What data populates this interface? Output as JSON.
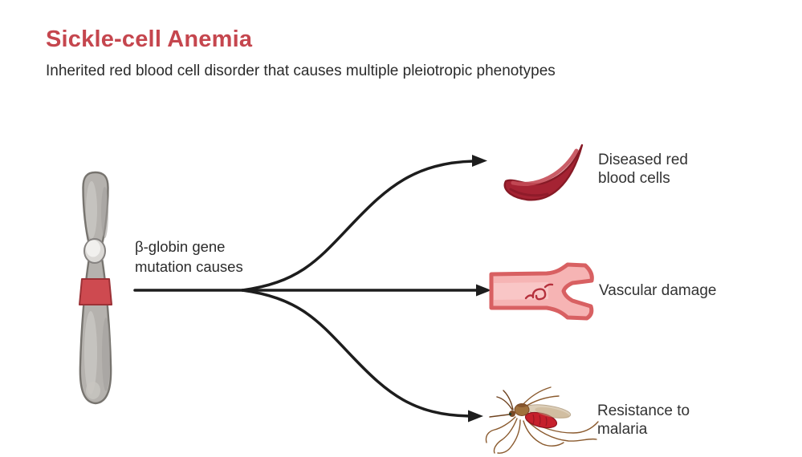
{
  "header": {
    "title": "Sickle-cell Anemia",
    "subtitle": "Inherited red blood cell disorder that causes multiple pleiotropic phenotypes",
    "title_color": "#c5464e",
    "text_color": "#2b2b2b"
  },
  "diagram": {
    "cause": {
      "icon": "chromosome-with-mutation-band",
      "lines": [
        "β-globin gene",
        "mutation causes"
      ]
    },
    "outcomes": [
      {
        "id": "diseased-cells",
        "icon": "sickle-red-blood-cell",
        "lines": [
          "Diseased red",
          "blood cells"
        ]
      },
      {
        "id": "vascular-damage",
        "icon": "damaged-blood-vessel",
        "lines": [
          "Vascular damage",
          ""
        ]
      },
      {
        "id": "malaria-resistance",
        "icon": "mosquito",
        "lines": [
          "Resistance to",
          "malaria"
        ]
      }
    ],
    "colors": {
      "arrow": "#1d1d1d",
      "chromosome_body": "#b5b2ae",
      "chromosome_outline": "#77746f",
      "mutation_band": "#ce4a50",
      "mutation_band_outline": "#9c3136",
      "sickle_cell": "#a52333",
      "sickle_cell_outline": "#871a26",
      "vessel_lumen": "#f6b4b4",
      "vessel_wall": "#d86062",
      "vessel_clot": "#b5303c",
      "mosquito_body": "#a0713d",
      "mosquito_legs": "#8a5a2e",
      "mosquito_blood": "#c6202c"
    }
  }
}
